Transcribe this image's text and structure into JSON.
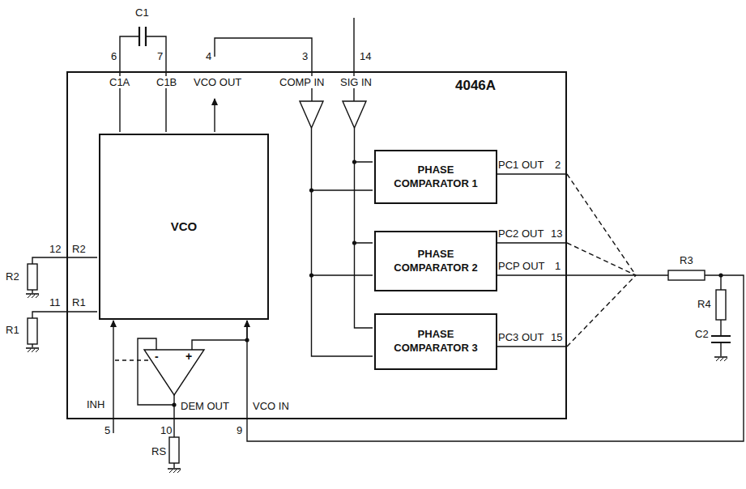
{
  "diagram": {
    "nodes": [
      {
        "text": [
          "4046A"
        ]
      },
      {
        "text": [
          "VCO"
        ],
        "in": 0
      },
      {
        "text": [
          "PHASE COMPARATOR 1"
        ],
        "in": 0
      },
      {
        "text": [
          "PHASE COMPARATOR 2"
        ],
        "in": 0
      },
      {
        "text": [
          "PHASE COMPARATOR 3"
        ],
        "in": 0
      }
    ],
    "labels": [
      "C1",
      "6",
      "7",
      "4",
      "3",
      "14",
      "C1A",
      "C1B",
      "VCO OUT",
      "COMP IN",
      "SIG IN",
      "12",
      "R2",
      "R2",
      "11",
      "R1",
      "R1",
      "PC1 OUT",
      "2",
      "PC2 OUT",
      "13",
      "PCP OUT",
      "1",
      "PC3 OUT",
      "15",
      "R3",
      "R4",
      "C2",
      "-",
      "+",
      "INH",
      "DEM OUT",
      "VCO IN",
      "5",
      "10",
      "9",
      "RS"
    ]
  }
}
